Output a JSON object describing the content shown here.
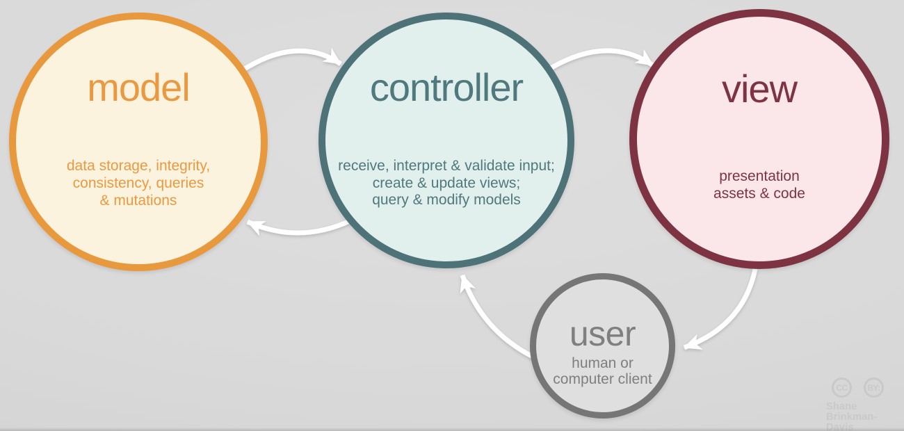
{
  "diagram": {
    "nodes": [
      {
        "id": "model",
        "label": "model",
        "description": "data storage, integrity,\nconsistency, queries\n& mutations",
        "border_color": "#E8993E",
        "fill_color": "#FCF3DE",
        "text_color": "#EB9940"
      },
      {
        "id": "controller",
        "label": "controller",
        "description": "receive, interpret & validate input;\ncreate & update views;\nquery & modify models",
        "border_color": "#4D7278",
        "fill_color": "#E1EFED",
        "text_color": "#4F797D"
      },
      {
        "id": "view",
        "label": "view",
        "description": "presentation\nassets & code",
        "border_color": "#7E3342",
        "fill_color": "#FBE7EA",
        "text_color": "#7E3342"
      },
      {
        "id": "user",
        "label": "user",
        "description": "human or\ncomputer client",
        "border_color": "#767676",
        "fill_color": "#DFDFDF",
        "text_color": "#7F7F7F"
      }
    ],
    "edges": [
      {
        "from": "model",
        "to": "controller"
      },
      {
        "from": "controller",
        "to": "view"
      },
      {
        "from": "controller",
        "to": "model"
      },
      {
        "from": "view",
        "to": "user"
      },
      {
        "from": "user",
        "to": "controller"
      }
    ],
    "arrow_color": "#FFFFFF"
  },
  "attribution": {
    "badges": [
      "CC",
      "BY:"
    ],
    "author": "Shane\nBrinkman-Davis",
    "color": "#C9C9C9"
  }
}
